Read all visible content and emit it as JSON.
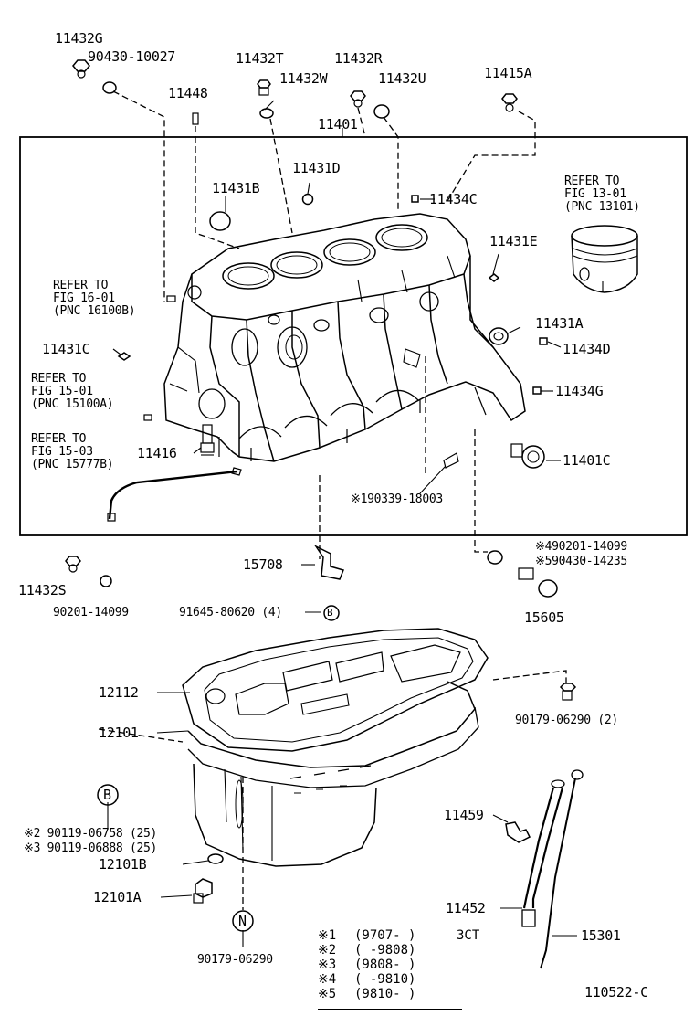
{
  "diagram_id": "110522-C",
  "parts": {
    "p11432G": "11432G",
    "p90430_10027": "90430-10027",
    "p11432T": "11432T",
    "p11432R": "11432R",
    "p11432W": "11432W",
    "p11432U": "11432U",
    "p11415A": "11415A",
    "p11448": "11448",
    "p11401": "11401",
    "p11431D": "11431D",
    "p11431B": "11431B",
    "p11434C": "11434C",
    "p11431E": "11431E",
    "p11431A": "11431A",
    "p11434D": "11434D",
    "p11434G": "11434G",
    "p11431C": "11431C",
    "p11416": "11416",
    "p11401C": "11401C",
    "p90339_18003": "※190339-18003",
    "p90201_14099_n4": "※490201-14099",
    "p90430_14235_n5": "※590430-14235",
    "p15708": "15708",
    "p15605": "15605",
    "p11432S": "11432S",
    "p90201_14099": "90201-14099",
    "p91645_80620": "91645-80620 (4)",
    "p12112": "12112",
    "p12101": "12101",
    "p90179_06290_2": "90179-06290 (2)",
    "p90119_06758": "※2 90119-06758 (25)",
    "p90119_06888": "※3 90119-06888 (25)",
    "p12101B": "12101B",
    "p12101A": "12101A",
    "p11459": "11459",
    "p11452": "11452",
    "p15301": "15301",
    "p90179_06290": "90179-06290"
  },
  "refs": {
    "piston": [
      "REFER TO",
      "FIG 13-01",
      "(PNC 13101)"
    ],
    "fig16": [
      "REFER TO",
      "FIG 16-01",
      "(PNC 16100B)"
    ],
    "fig15_01": [
      "REFER TO",
      "FIG 15-01",
      "(PNC 15100A)"
    ],
    "fig15_03": [
      "REFER TO",
      "FIG 15-03",
      "(PNC 15777B)"
    ]
  },
  "markers": {
    "B": "B",
    "N": "N"
  },
  "notes": [
    {
      "mark": "※1",
      "range": "(9707-   )",
      "extra": "3CT"
    },
    {
      "mark": "※2",
      "range": "(    -9808)",
      "extra": ""
    },
    {
      "mark": "※3",
      "range": "(9808-   )",
      "extra": ""
    },
    {
      "mark": "※4",
      "range": "(    -9810)",
      "extra": ""
    },
    {
      "mark": "※5",
      "range": "(9810-   )",
      "extra": ""
    }
  ]
}
